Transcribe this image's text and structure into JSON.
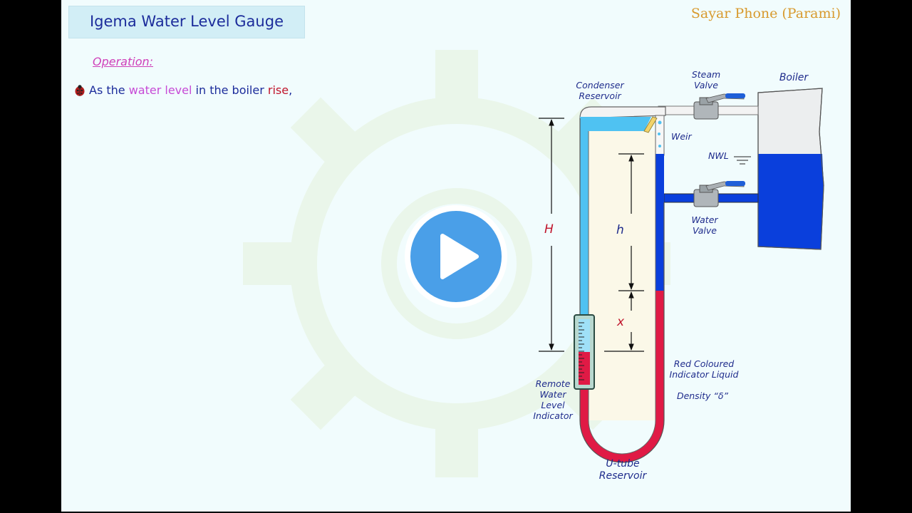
{
  "header": {
    "title": "Igema Water Level Gauge",
    "channel": "Sayar Phone (Parami)"
  },
  "content": {
    "heading": "Operation:",
    "bullet": {
      "part1": "As the ",
      "part2": "water level",
      "part3": " in the boiler ",
      "part4": "rise",
      "part5": ","
    }
  },
  "diagram": {
    "labels": {
      "condenser_1": "Condenser",
      "condenser_2": "Reservoir",
      "steam_1": "Steam",
      "steam_2": "Valve",
      "boiler": "Boiler",
      "weir": "Weir",
      "nwl": "NWL",
      "water_1": "Water",
      "water_2": "Valve",
      "h_big": "H",
      "h_small": "h",
      "x": "x",
      "red_1": "Red Coloured",
      "red_2": "Indicator Liquid",
      "density": "Density “δ”",
      "remote_1": "Remote",
      "remote_2": "Water",
      "remote_3": "Level",
      "remote_4": "Indicator",
      "utube_1": "U-tube",
      "utube_2": "Reservoir"
    }
  },
  "colors": {
    "water": "#0a3fdc",
    "indicator_liquid": "#e01a45",
    "title": "#1c2c9b",
    "accent": "#d89a2e"
  },
  "icons": [
    "ladybug-icon",
    "play-icon",
    "gear-watermark"
  ]
}
